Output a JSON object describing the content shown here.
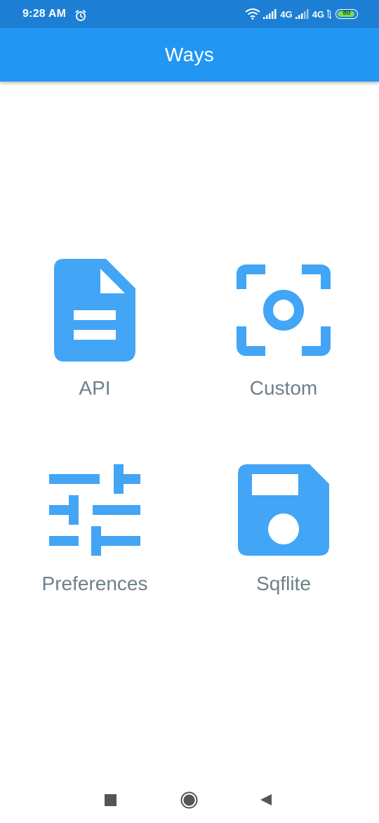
{
  "status_bar": {
    "time": "9:28 AM",
    "network_1": "4G",
    "network_2": "4G",
    "battery": "80",
    "icons": [
      "alarm-icon",
      "wifi-icon",
      "signal-icon",
      "signal-icon",
      "battery-icon"
    ]
  },
  "app_bar": {
    "title": "Ways"
  },
  "grid": {
    "items": [
      {
        "label": "API",
        "icon": "document-icon"
      },
      {
        "label": "Custom",
        "icon": "center-focus-icon"
      },
      {
        "label": "Preferences",
        "icon": "tune-icon"
      },
      {
        "label": "Sqflite",
        "icon": "save-icon"
      }
    ]
  },
  "nav_bar": {
    "icons": [
      "recents-square-icon",
      "home-circle-icon",
      "back-triangle-icon"
    ]
  },
  "colors": {
    "status_bar": "#1c7fd4",
    "app_bar": "#2196f3",
    "icon": "#42a5f5",
    "label": "#6e7f8a"
  }
}
